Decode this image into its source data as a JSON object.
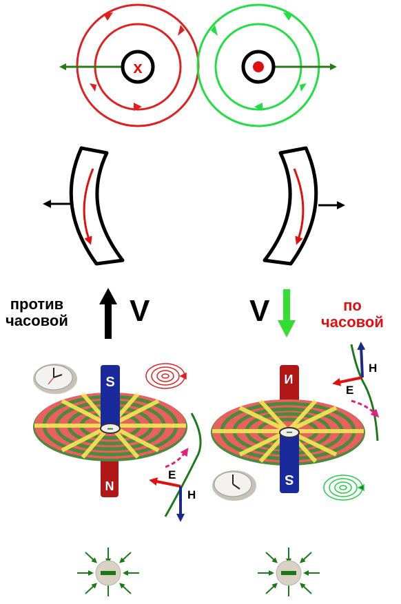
{
  "top": {
    "left_symbol": "x",
    "colors": {
      "left_field": "#e02020",
      "right_field": "#22dd44",
      "axis_arrow": "#2a7a1a",
      "dot": "#e01010"
    }
  },
  "middle": {
    "left_text_line1": "против",
    "left_text_line2": "часовой",
    "right_text_line1": "по",
    "right_text_line2": "часовой",
    "v_left": "V",
    "v_right": "V",
    "colors": {
      "up_arrow": "#000000",
      "down_arrow": "#33dd33",
      "right_text": "#e01010"
    }
  },
  "discs": {
    "left_magnet_top": "S",
    "left_magnet_bottom": "N",
    "left_hub_sign": "−",
    "right_magnet_top": "И",
    "right_magnet_bottom": "S",
    "right_hub_sign": "−",
    "left_e_label": "E",
    "left_h_label": "H",
    "right_e_label": "E",
    "right_h_label": "H",
    "colors": {
      "ring_green": "#4a8a3a",
      "ring_red": "#e86060",
      "spoke_yellow": "#f2ea55",
      "magnet_blue": "#1a2a9a",
      "magnet_red": "#b01818",
      "wave_green": "#1a7a1a",
      "arrow_blue": "#1a2a8a"
    }
  },
  "bottom": {
    "left_sign": "−",
    "right_sign": "−",
    "colors": {
      "charge_fill": "#d8d2c4",
      "charge_bar": "#1a7a1a",
      "field_arrow": "#1a7a1a"
    }
  }
}
